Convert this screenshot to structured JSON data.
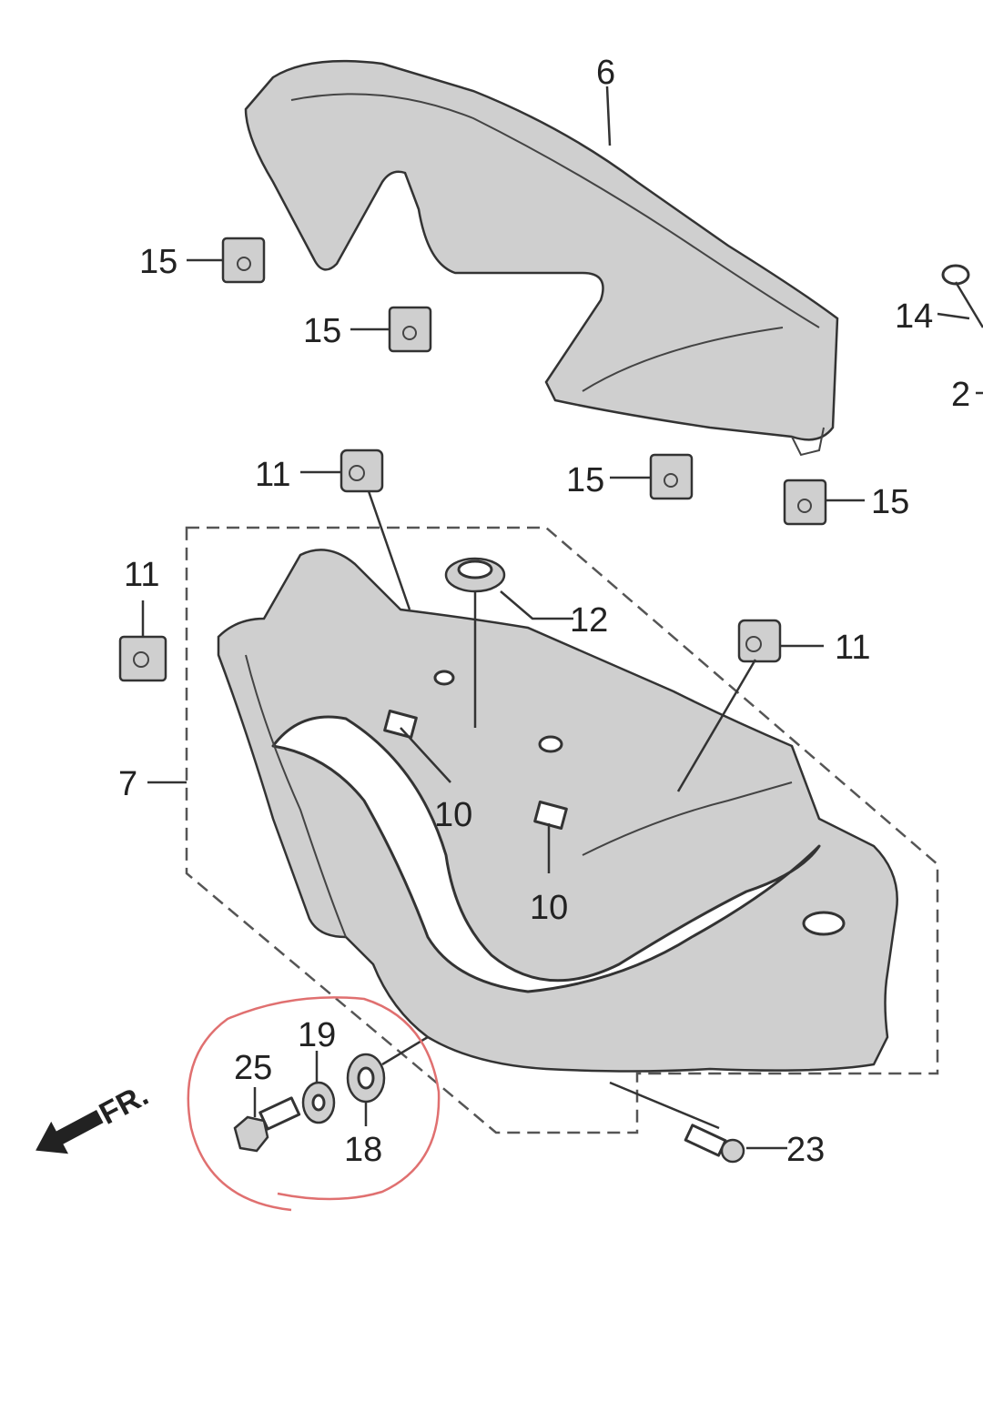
{
  "diagram": {
    "labels": {
      "p6": "6",
      "p15a": "15",
      "p15b": "15",
      "p14": "14",
      "p2": "2",
      "p11a": "11",
      "p15c": "15",
      "p15d": "15",
      "p11b": "11",
      "p12": "12",
      "p11c": "11",
      "p7": "7",
      "p10a": "10",
      "p10b": "10",
      "p19": "19",
      "p25": "25",
      "p18": "18",
      "p23": "23"
    },
    "direction_label": "FR.",
    "colors": {
      "annotation_circle": "#e07070",
      "line": "#333333",
      "fill": "#cfcfcf"
    }
  }
}
